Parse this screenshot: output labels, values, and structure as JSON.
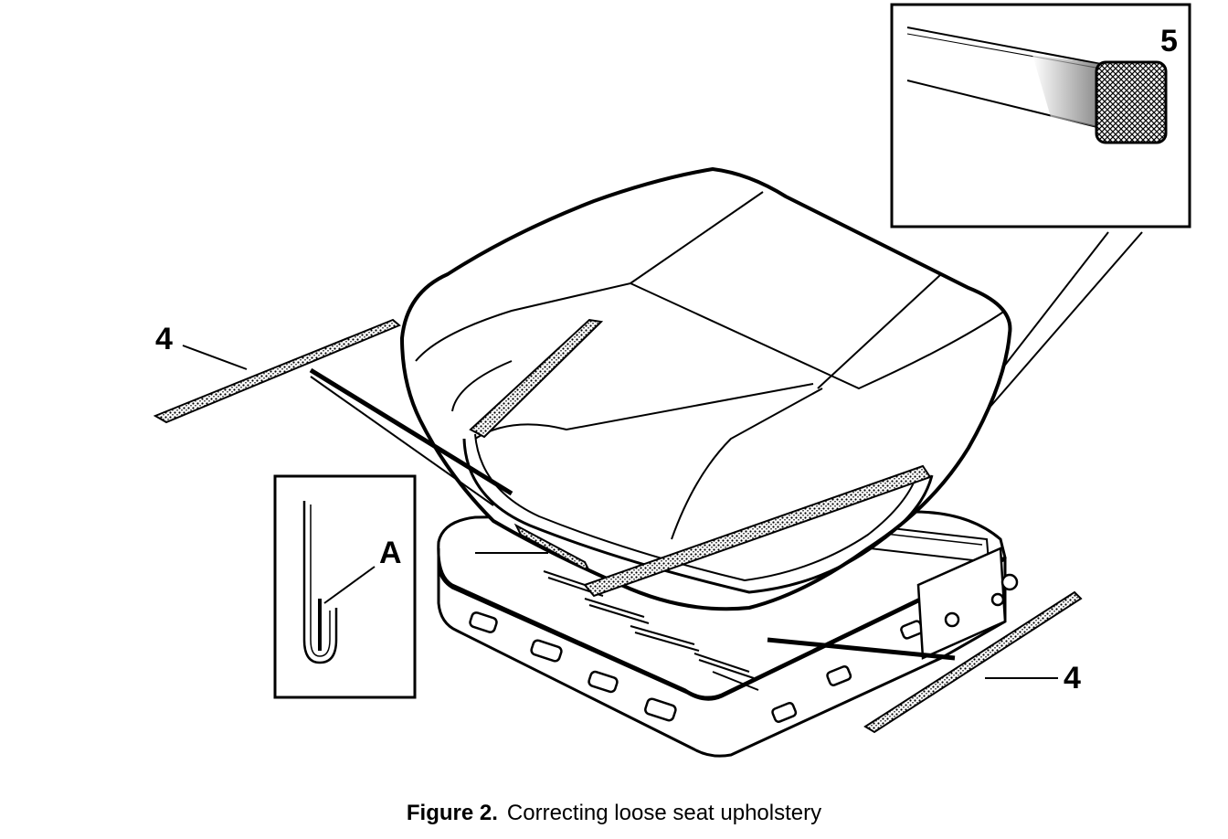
{
  "callouts": {
    "strip_left": "4",
    "strip_right": "4",
    "detail_a": "A",
    "detail_5": "5"
  },
  "caption": {
    "number": "Figure 2.",
    "text": "Correcting loose seat upholstery"
  }
}
